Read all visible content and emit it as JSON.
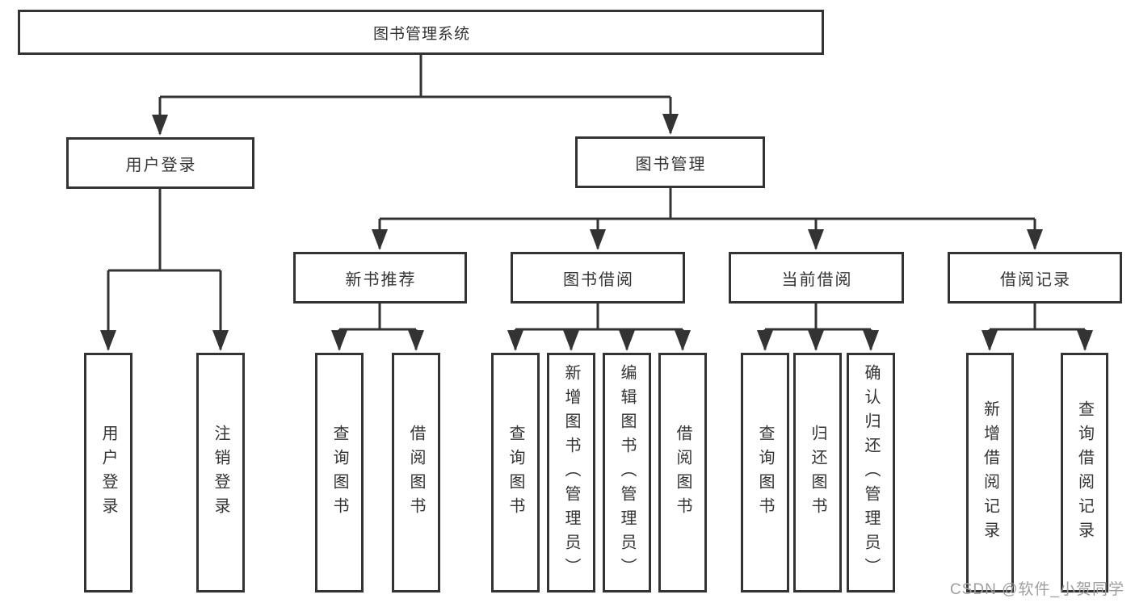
{
  "colors": {
    "line": "#333333",
    "text": "#333333",
    "box_bg": "#ffffff",
    "canvas_bg": "#ffffff",
    "watermark": "#9e9e9e"
  },
  "watermark": {
    "text": "CSDN @软件_小贺同学"
  },
  "tree": {
    "label": "图书管理系统",
    "children": [
      {
        "label": "用户登录",
        "children": [
          {
            "label": "用户登录"
          },
          {
            "label": "注销登录"
          }
        ]
      },
      {
        "label": "图书管理",
        "children": [
          {
            "label": "新书推荐",
            "children": [
              {
                "label": "查询图书"
              },
              {
                "label": "借阅图书"
              }
            ]
          },
          {
            "label": "图书借阅",
            "children": [
              {
                "label": "查询图书"
              },
              {
                "label": "新增图书（管理员）"
              },
              {
                "label": "编辑图书（管理员）"
              },
              {
                "label": "借阅图书"
              }
            ]
          },
          {
            "label": "当前借阅",
            "children": [
              {
                "label": "查询图书"
              },
              {
                "label": "归还图书"
              },
              {
                "label": "确认归还（管理员）"
              }
            ]
          },
          {
            "label": "借阅记录",
            "children": [
              {
                "label": "新增借阅记录"
              },
              {
                "label": "查询借阅记录"
              }
            ]
          }
        ]
      }
    ]
  }
}
